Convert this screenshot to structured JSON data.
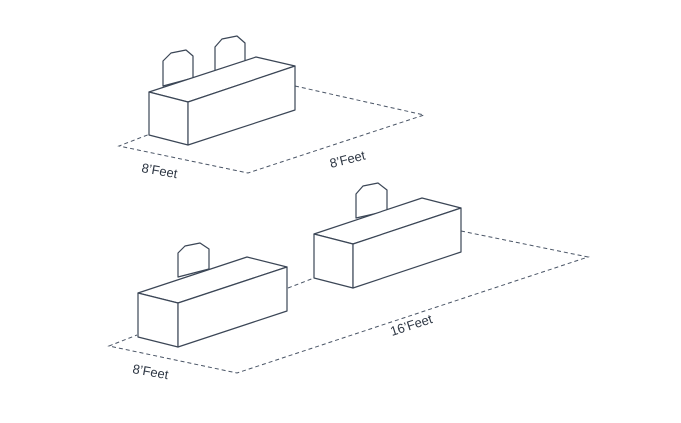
{
  "top_layout": {
    "width_label": "8’Feet",
    "depth_label": "8’Feet"
  },
  "bottom_layout": {
    "width_label": "8’Feet",
    "depth_label": "16’Feet"
  },
  "colors": {
    "line": "#3b4656",
    "dashed_line": "#4a5566",
    "background": "#ffffff"
  }
}
